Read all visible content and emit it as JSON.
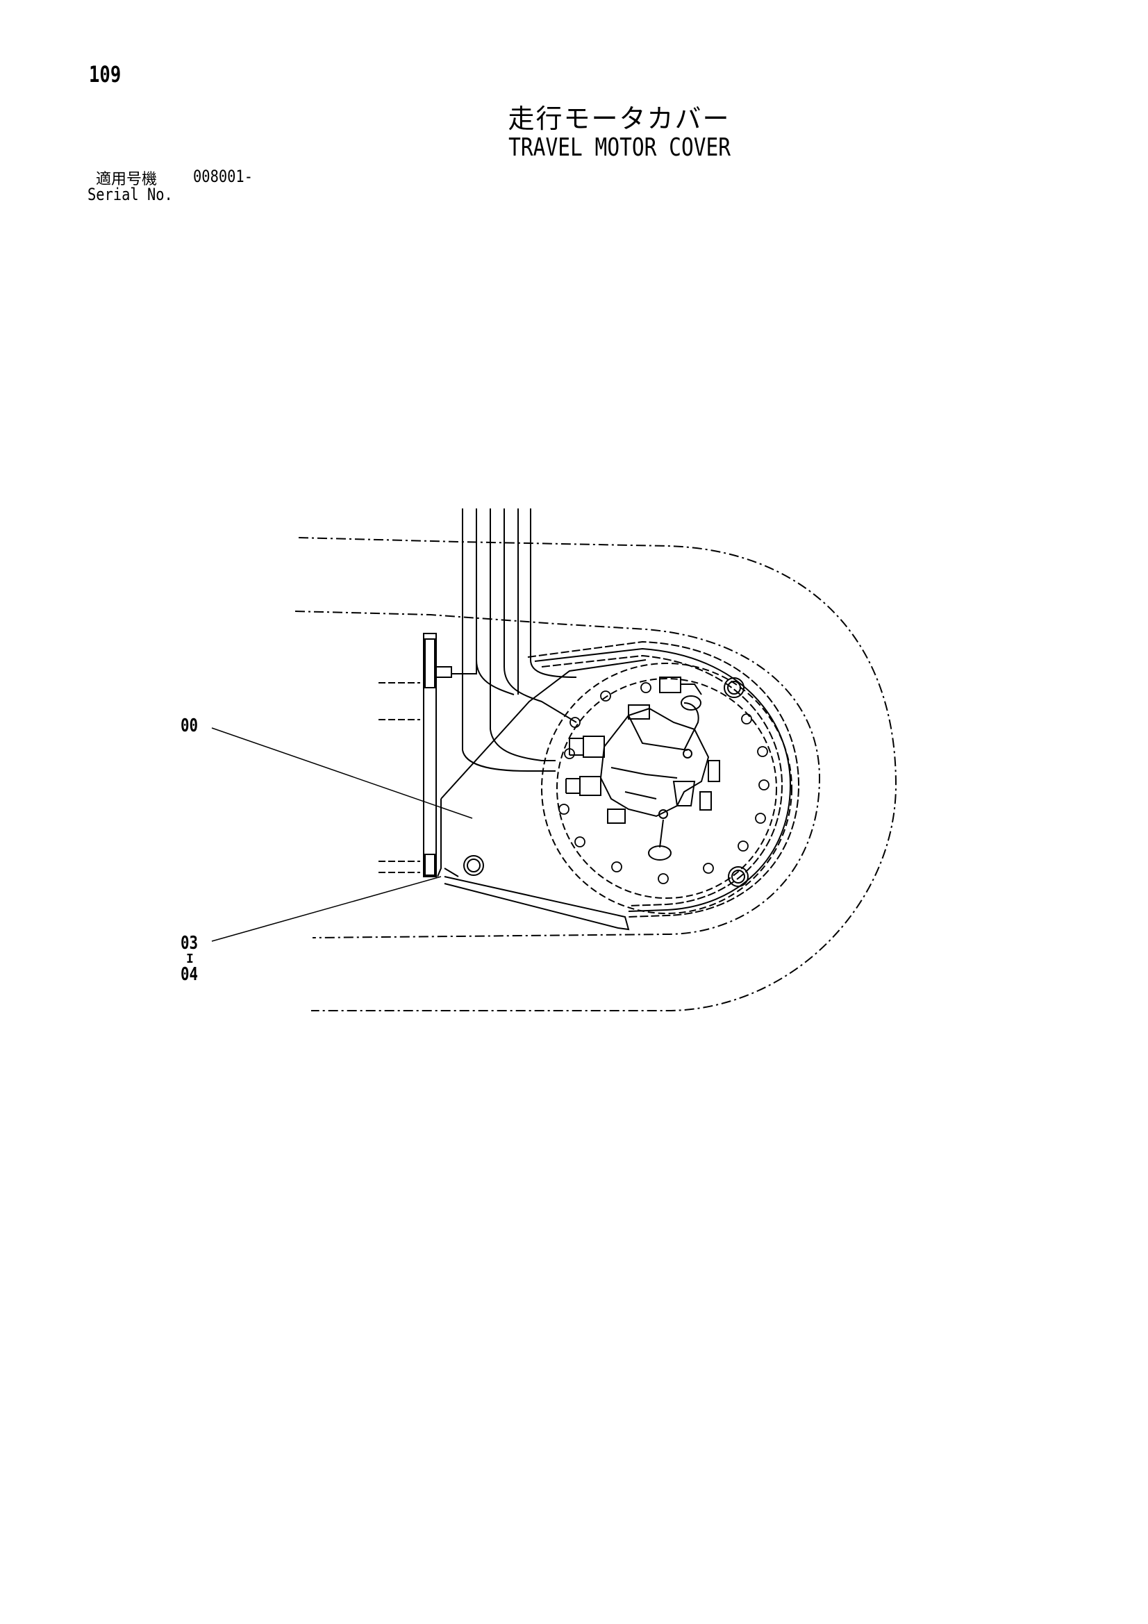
{
  "page_number": "109",
  "title": {
    "japanese": "走行モータカバー",
    "english": "TRAVEL MOTOR COVER"
  },
  "serial": {
    "label_japanese": "適用号機",
    "value": "008001-",
    "label_english": "Serial No."
  },
  "callouts": {
    "part_00": "00",
    "part_03": "03",
    "range_separator": "I",
    "part_04": "04"
  }
}
